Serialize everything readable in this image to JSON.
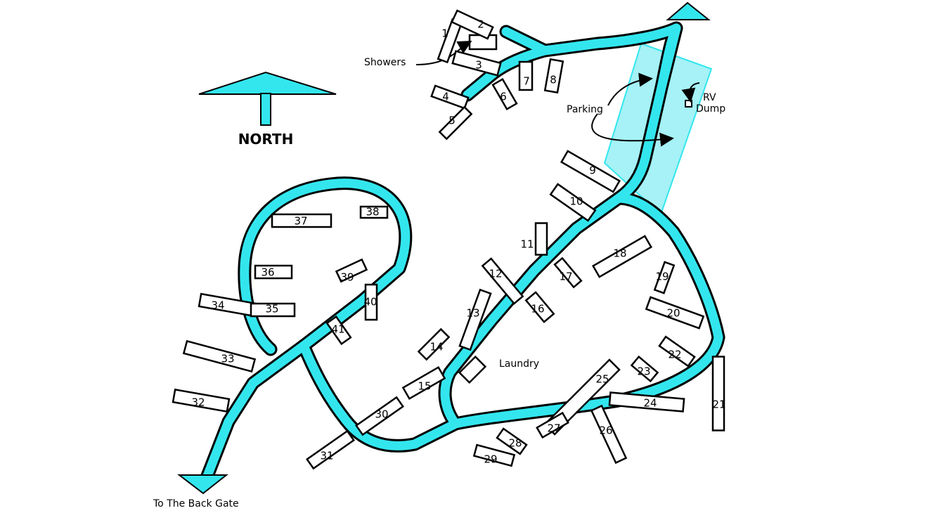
{
  "map": {
    "north_label": "NORTH",
    "labels": {
      "showers": "Showers",
      "parking": "Parking",
      "rv_dump_1": "RV",
      "rv_dump_2": "Dump",
      "laundry": "Laundry",
      "back_gate": "To The Back Gate"
    },
    "colors": {
      "road": "#33e6ee",
      "parking_area": "#a6f2f6",
      "outline": "#000000"
    },
    "sites": [
      "1",
      "2",
      "3",
      "4",
      "5",
      "6",
      "7",
      "8",
      "9",
      "10",
      "11",
      "12",
      "13",
      "14",
      "15",
      "16",
      "17",
      "18",
      "19",
      "20",
      "21",
      "22",
      "23",
      "24",
      "25",
      "26",
      "27",
      "28",
      "29",
      "30",
      "31",
      "32",
      "33",
      "34",
      "35",
      "36",
      "37",
      "38",
      "39",
      "40",
      "41"
    ]
  }
}
